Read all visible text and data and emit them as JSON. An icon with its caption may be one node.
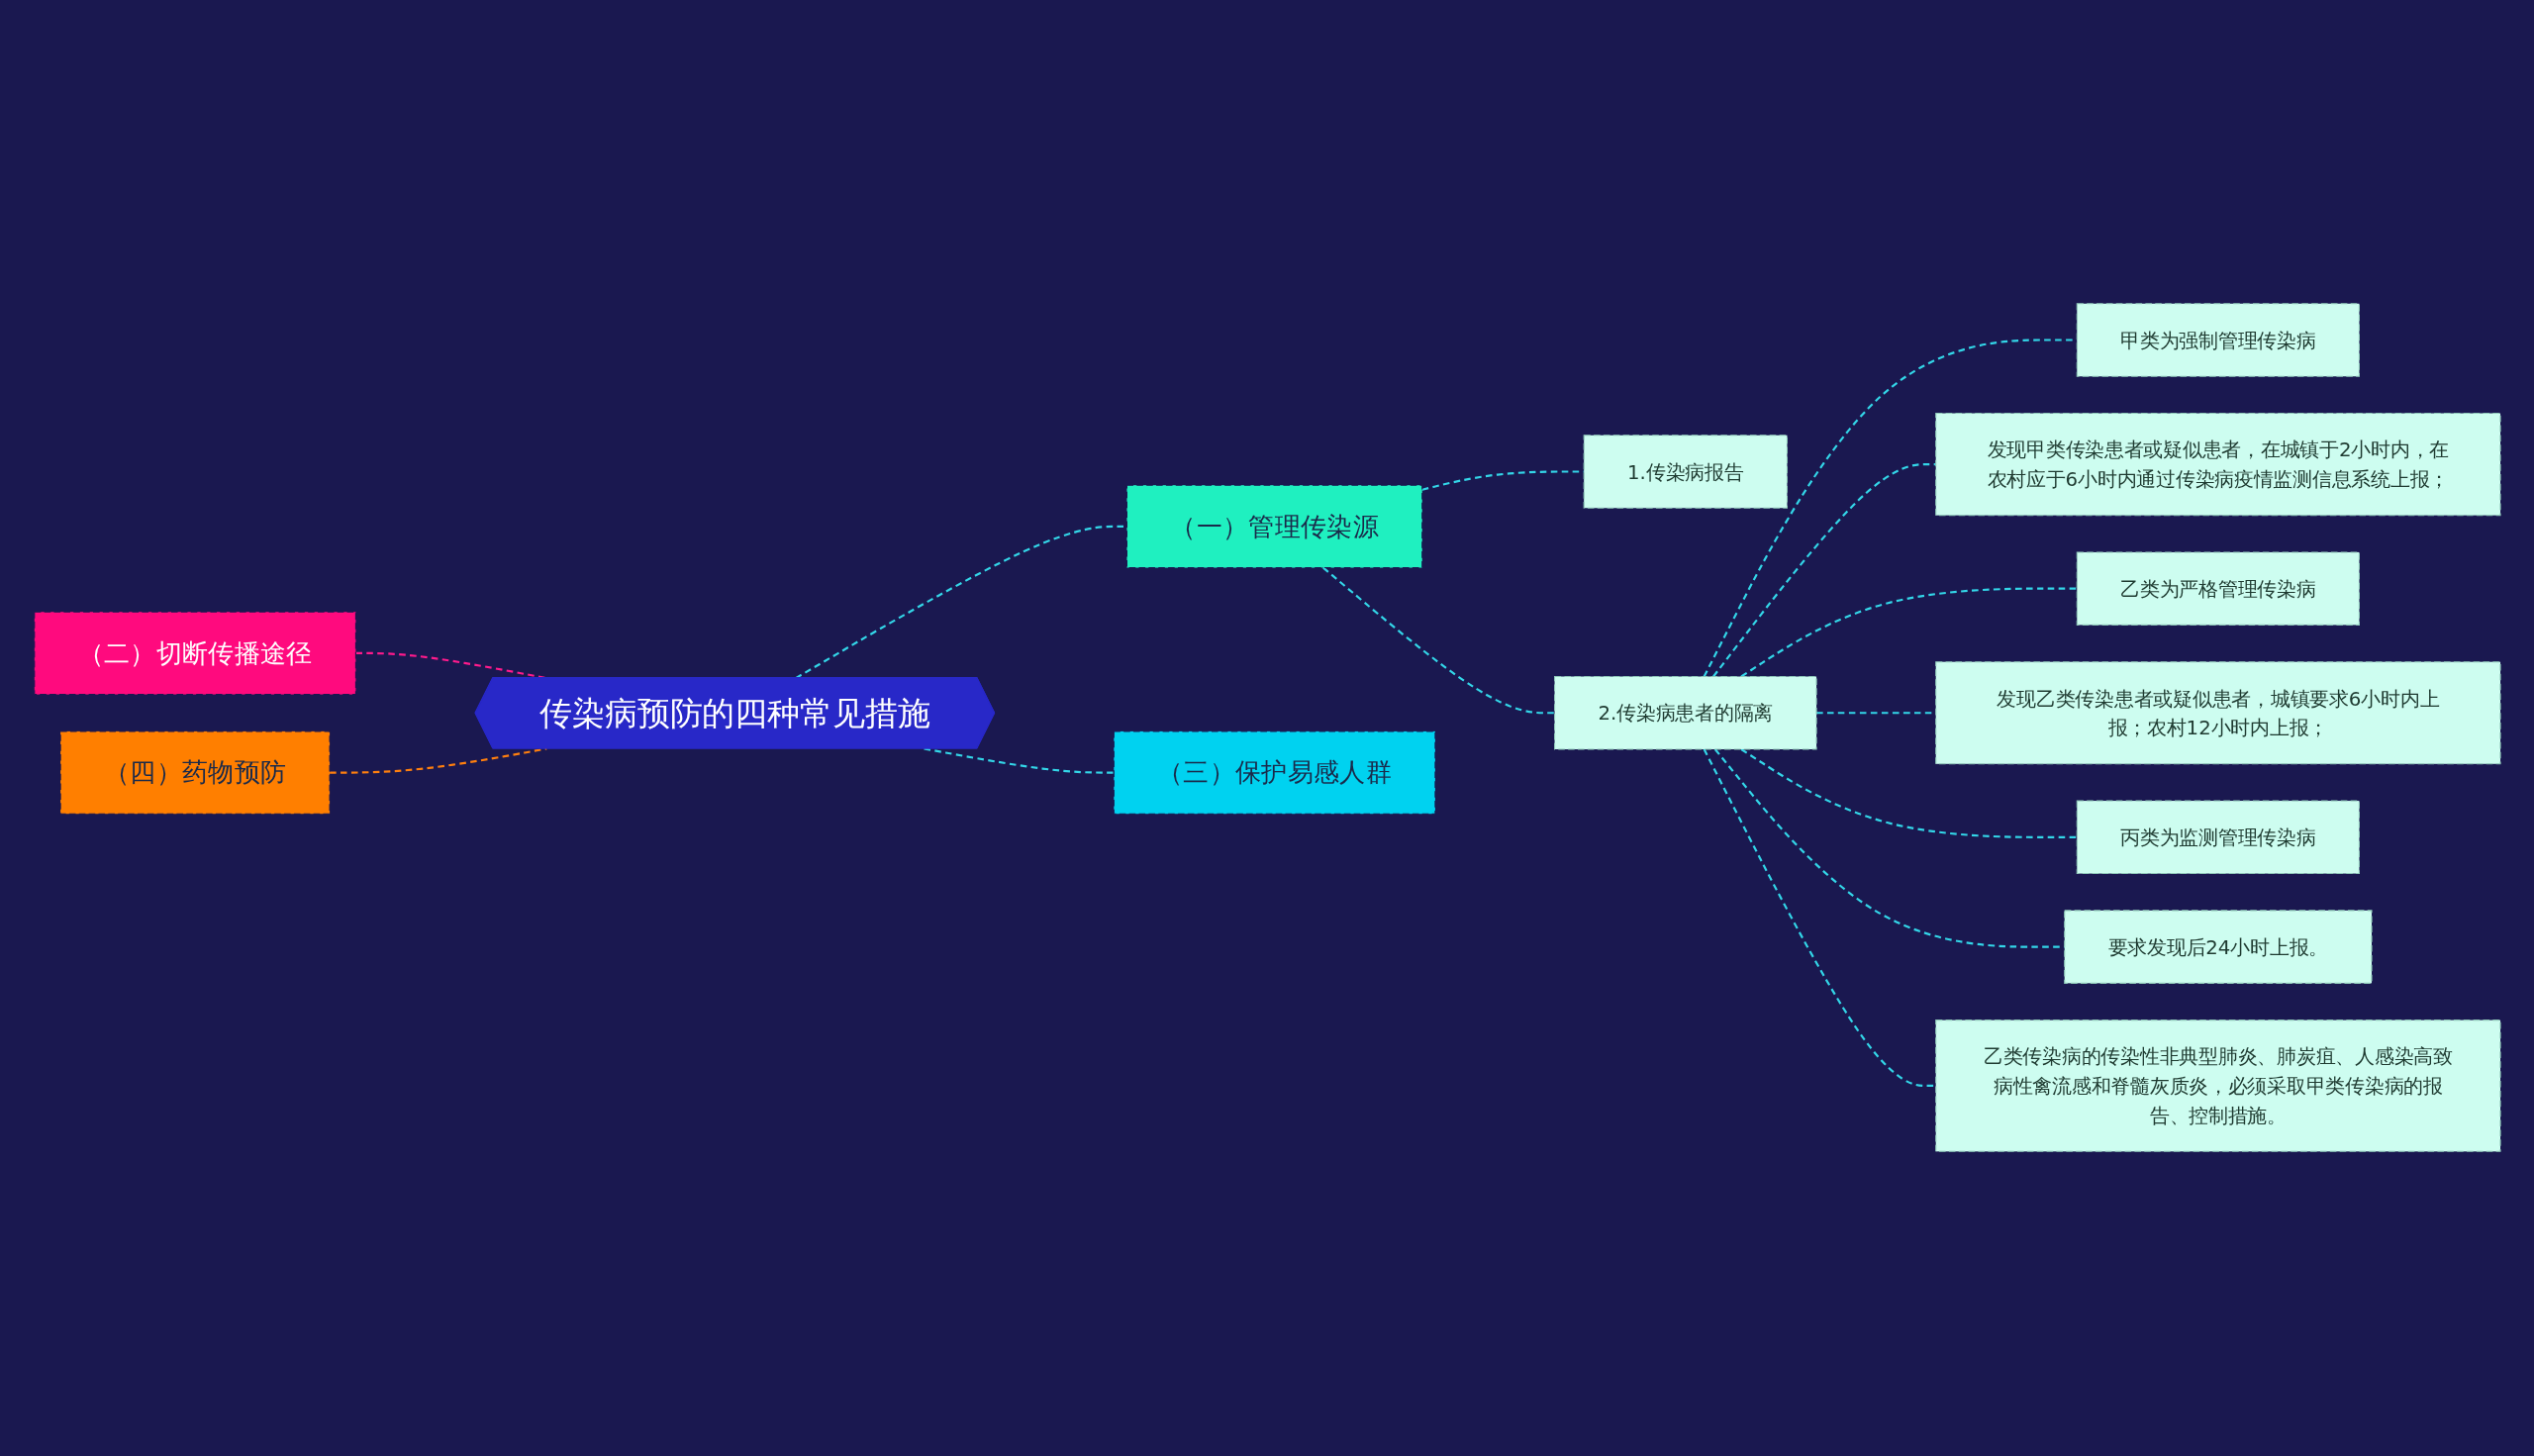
{
  "diagram": {
    "nodes": [
      {
        "text": [
          "传染病预防的四种常见措施"
        ]
      },
      {
        "text": [
          "（一）管理传染源"
        ]
      },
      {
        "text": [
          "1.传染病报告"
        ]
      },
      {
        "text": [
          "2.传染病患者的隔离"
        ]
      },
      {
        "text": [
          "甲类为强制管理传染病"
        ]
      },
      {
        "text": [
          "发现甲类传染患者或疑似患者，在城镇于2小时内，在农村应于6小时内通过传染病疫情监测信息系统上报；"
        ]
      },
      {
        "text": [
          "乙类为严格管理传染病"
        ]
      },
      {
        "text": [
          "发现乙类传染患者或疑似患者，城镇要求6小时内上报；农村12小时内上报；"
        ]
      },
      {
        "text": [
          "丙类为监测管理传染病"
        ]
      },
      {
        "text": [
          "要求发现后24小时上报。"
        ]
      },
      {
        "text": [
          "乙类传染病的传染性非典型肺炎、肺炭疽、人感染高致病性禽流感和脊髓灰质炎，必须采取甲类传染病的报告、控制措施。"
        ]
      },
      {
        "text": [
          "（三）保护易感人群"
        ]
      },
      {
        "text": [
          "（二）切断传播途径"
        ]
      },
      {
        "text": [
          "（四）药物预防"
        ]
      }
    ],
    "edges": [
      {
        "from": 0,
        "to": 1,
        "arrow": "none",
        "style": "dashed"
      },
      {
        "from": 1,
        "to": 2,
        "arrow": "none",
        "style": "dashed"
      },
      {
        "from": 1,
        "to": 3,
        "arrow": "none",
        "style": "dashed"
      },
      {
        "from": 3,
        "to": 4,
        "arrow": "none",
        "style": "dashed"
      },
      {
        "from": 3,
        "to": 5,
        "arrow": "none",
        "style": "dashed"
      },
      {
        "from": 3,
        "to": 6,
        "arrow": "none",
        "style": "dashed"
      },
      {
        "from": 3,
        "to": 7,
        "arrow": "none",
        "style": "dashed"
      },
      {
        "from": 3,
        "to": 8,
        "arrow": "none",
        "style": "dashed"
      },
      {
        "from": 3,
        "to": 9,
        "arrow": "none",
        "style": "dashed"
      },
      {
        "from": 3,
        "to": 10,
        "arrow": "none",
        "style": "dashed"
      },
      {
        "from": 0,
        "to": 11,
        "arrow": "none",
        "style": "dashed"
      },
      {
        "from": 0,
        "to": 12,
        "arrow": "none",
        "style": "dashed",
        "color": "#ff1a8c"
      },
      {
        "from": 0,
        "to": 13,
        "arrow": "none",
        "style": "dashed",
        "color": "#ff7f0e"
      }
    ]
  }
}
